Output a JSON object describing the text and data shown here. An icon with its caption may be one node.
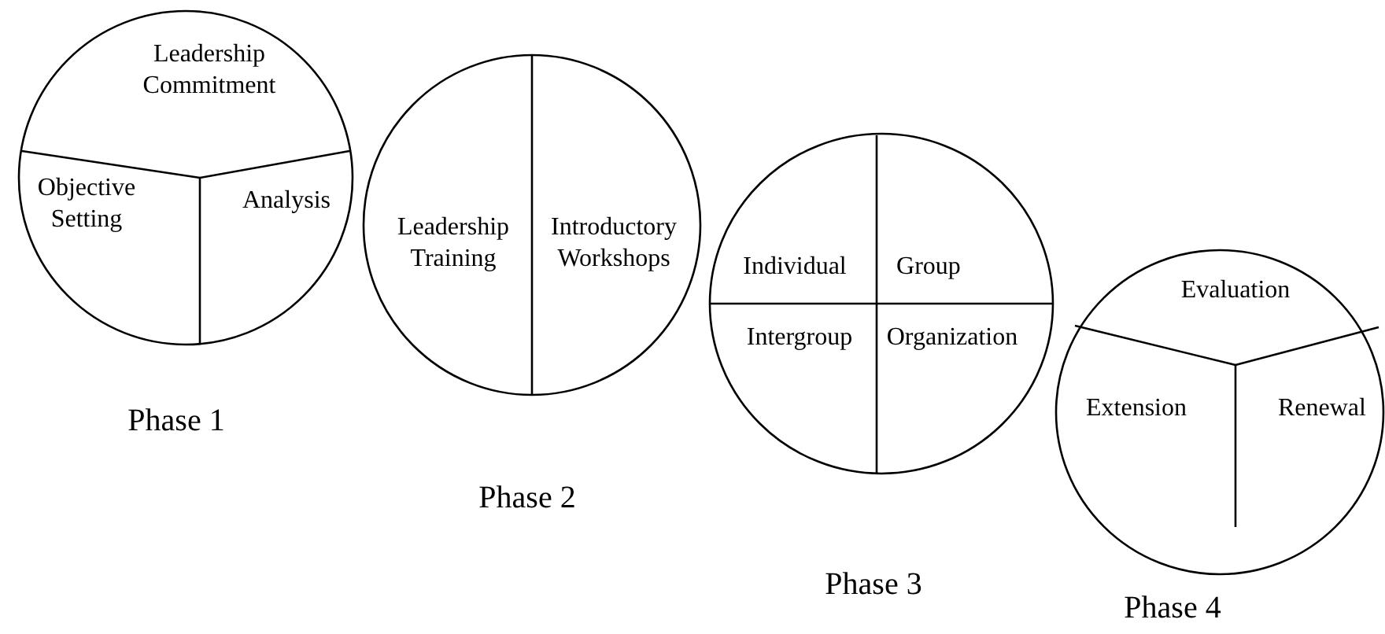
{
  "diagram": {
    "nodes": [
      {
        "text": [
          "Leadership Commitment",
          "Objective Setting",
          "Analysis"
        ],
        "beside": [
          "Phase 1"
        ]
      },
      {
        "text": [
          "Leadership Training",
          "Introductory Workshops"
        ],
        "beside": [
          "Phase 2"
        ]
      },
      {
        "text": [
          "Individual",
          "Group",
          "Intergroup",
          "Organization"
        ],
        "beside": [
          "Phase 3"
        ]
      },
      {
        "text": [
          "Evaluation",
          "Extension",
          "Renewal"
        ],
        "beside": [
          "Phase 4"
        ]
      }
    ]
  }
}
